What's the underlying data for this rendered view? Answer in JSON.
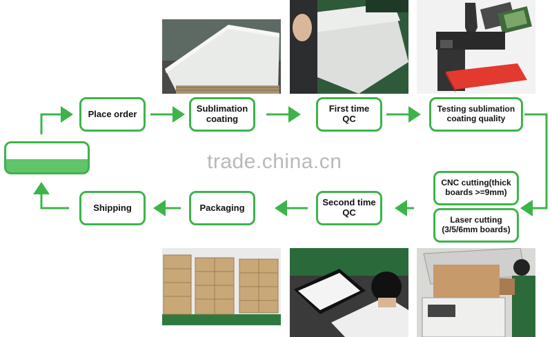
{
  "watermark": "trade.china.cn",
  "steps": {
    "place_order": "Place order",
    "sublimation_coating": "Sublimation\ncoating",
    "first_time_qc": "First time\nQC",
    "testing_quality": "Testing sublimation\ncoating quality",
    "cnc_cutting": "CNC cutting(thick\nboards >=9mm)",
    "laser_cutting": "Laser cutting\n(3/5/6mm boards)",
    "second_time_qc": "Second time\nQC",
    "packaging": "Packaging",
    "shipping": "Shipping",
    "start": ""
  },
  "colors": {
    "accent": "#3cb44a",
    "text": "#111111",
    "watermark": "#b9b9b9"
  }
}
